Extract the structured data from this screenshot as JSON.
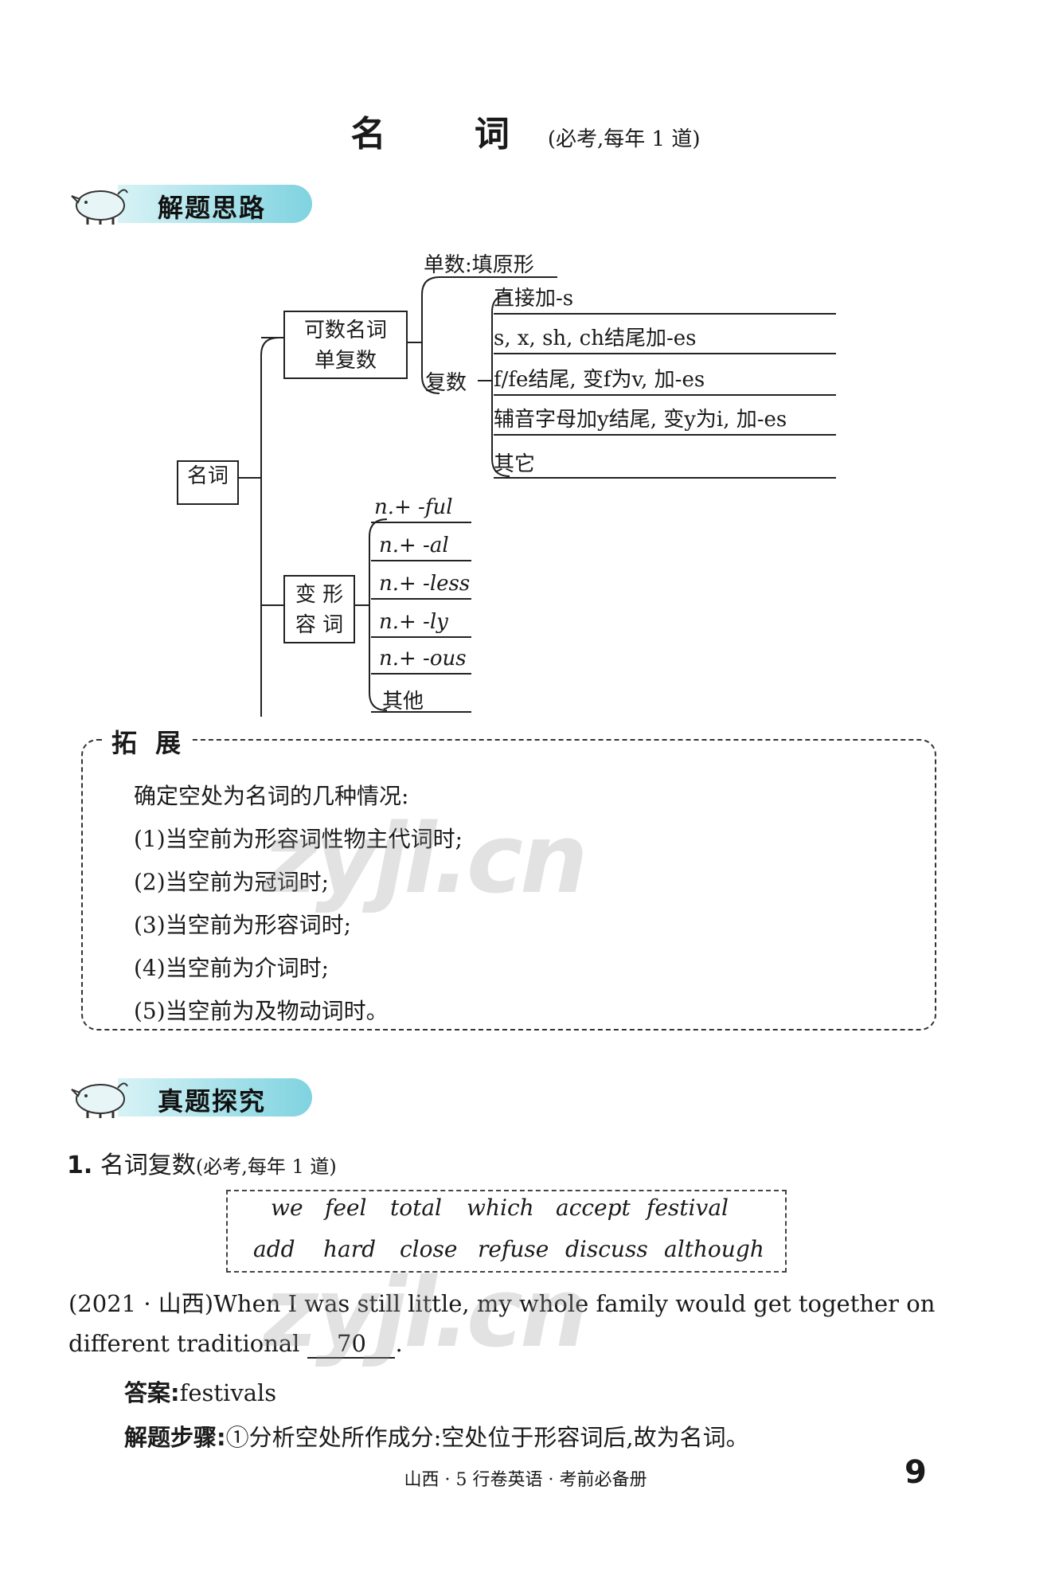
{
  "title": {
    "main": "名 词",
    "sub": "(必考,每年 1 道)"
  },
  "banner1": "解题思路",
  "banner2": "真题探究",
  "tree": {
    "root": "名词",
    "countable": {
      "line1": "可数名词",
      "line2": "单复数"
    },
    "singular": "单数:填原形",
    "plural": "复数",
    "plural_rules": [
      "直接加-s",
      "s, x, sh, ch结尾加-es",
      "f/fe结尾, 变f为v, 加-es",
      "辅音字母加y结尾, 变y为i, 加-es",
      "其它"
    ],
    "adjective": {
      "line1": "变 形",
      "line2": "容 词"
    },
    "adj_rules": [
      "n.+ -ful",
      "n.+ -al",
      "n.+ -less",
      "n.+ -ly",
      "n.+ -ous",
      "其他"
    ]
  },
  "expand": {
    "heading": "拓 展",
    "intro": "确定空处为名词的几种情况:",
    "items": [
      "(1)当空前为形容词性物主代词时;",
      "(2)当空前为冠词时;",
      "(3)当空前为形容词时;",
      "(4)当空前为介词时;",
      "(5)当空前为及物动词时。"
    ]
  },
  "question": {
    "number": "1.",
    "topic": "名词复数",
    "note": "(必考,每年 1 道)",
    "words_row1": [
      "we",
      "feel",
      "total",
      "which",
      "accept",
      "festival"
    ],
    "words_row2": [
      "add",
      "hard",
      "close",
      "refuse",
      "discuss",
      "although"
    ],
    "source": "(2021 · 山西)",
    "sentence1": "When I was still little, my whole family would get together on",
    "sentence2a": "different traditional",
    "blank_number": "70",
    "sentence2b": ".",
    "answer_label": "答案:",
    "answer": "festivals",
    "steps_label": "解题步骤:",
    "steps": "①分析空处所作成分:空处位于形容词后,故为名词。"
  },
  "footer": "山西 · 5 行卷英语 · 考前必备册",
  "page_number": "9",
  "watermark": "zyjl.cn"
}
